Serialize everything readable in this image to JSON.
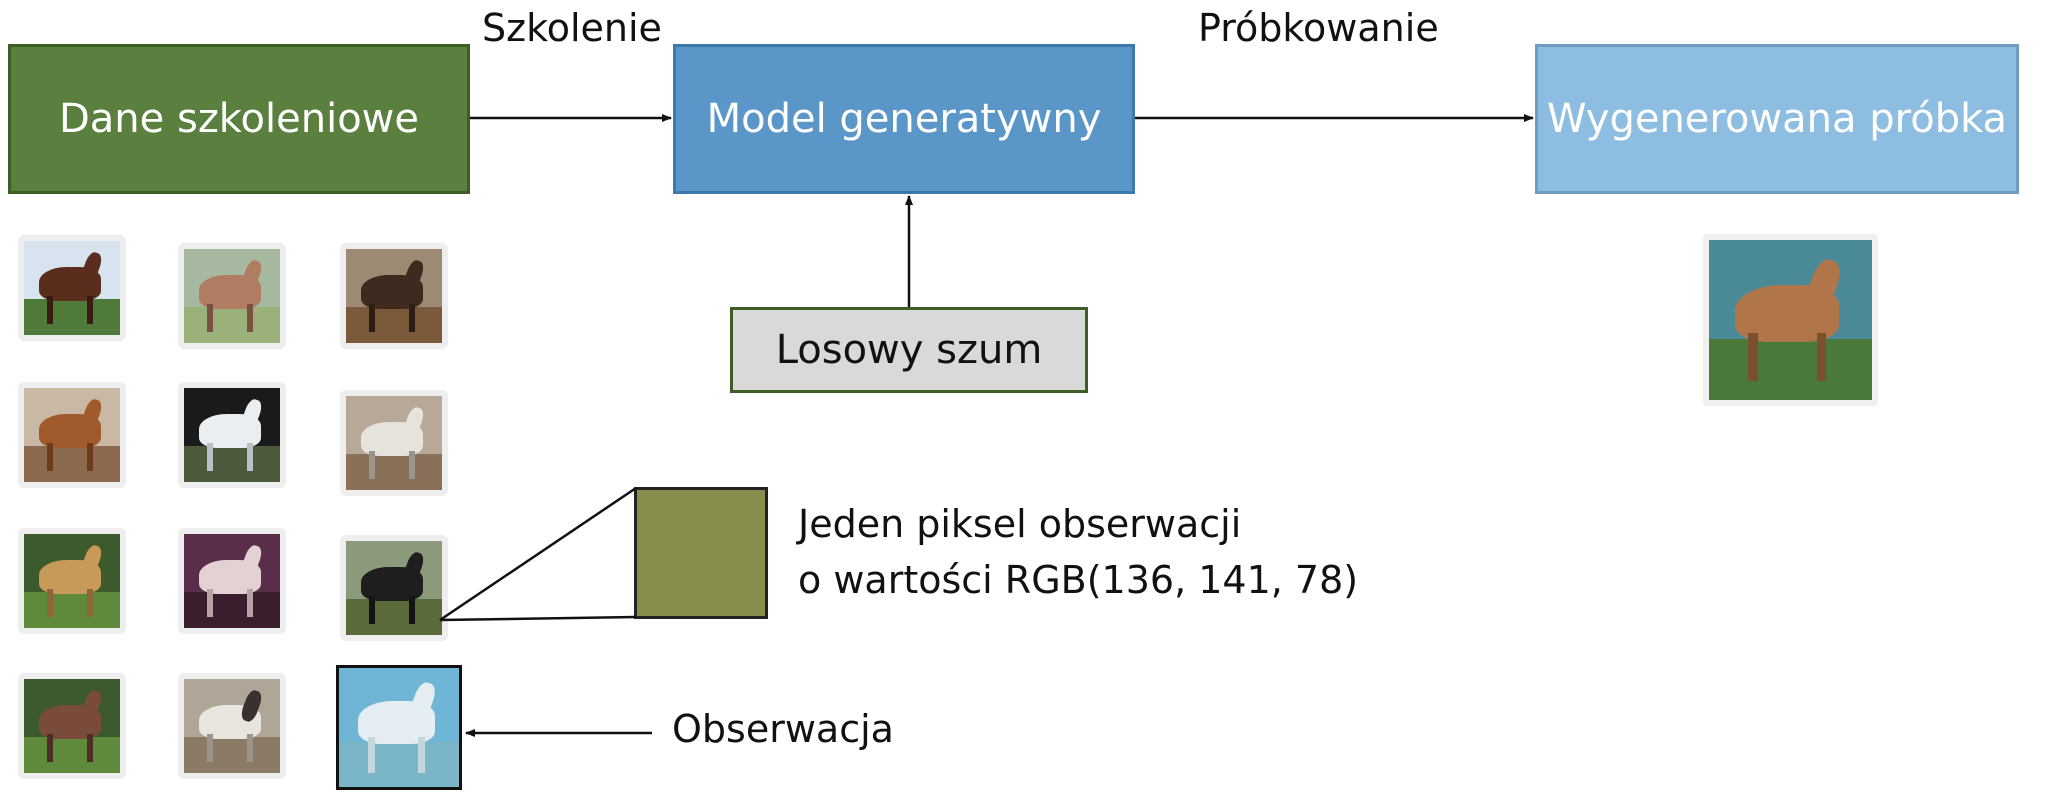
{
  "labels": {
    "training": "Szkolenie",
    "sampling": "Próbkowanie",
    "observation": "Obserwacja",
    "pixel_line1": "Jeden piksel obserwacji",
    "pixel_line2": "o wartości RGB(136, 141, 78)"
  },
  "boxes": {
    "training_data": "Dane szkoleniowe",
    "generative_model": "Model generatywny",
    "generated_sample": "Wygenerowana próbka",
    "random_noise": "Losowy szum"
  },
  "colors": {
    "training_data_box": "#5a7f3e",
    "generative_model_box": "#5b96c9",
    "generated_sample_box": "#8dbde0",
    "noise_box": "#d9d9d9",
    "pixel_swatch": "#888d4e"
  }
}
